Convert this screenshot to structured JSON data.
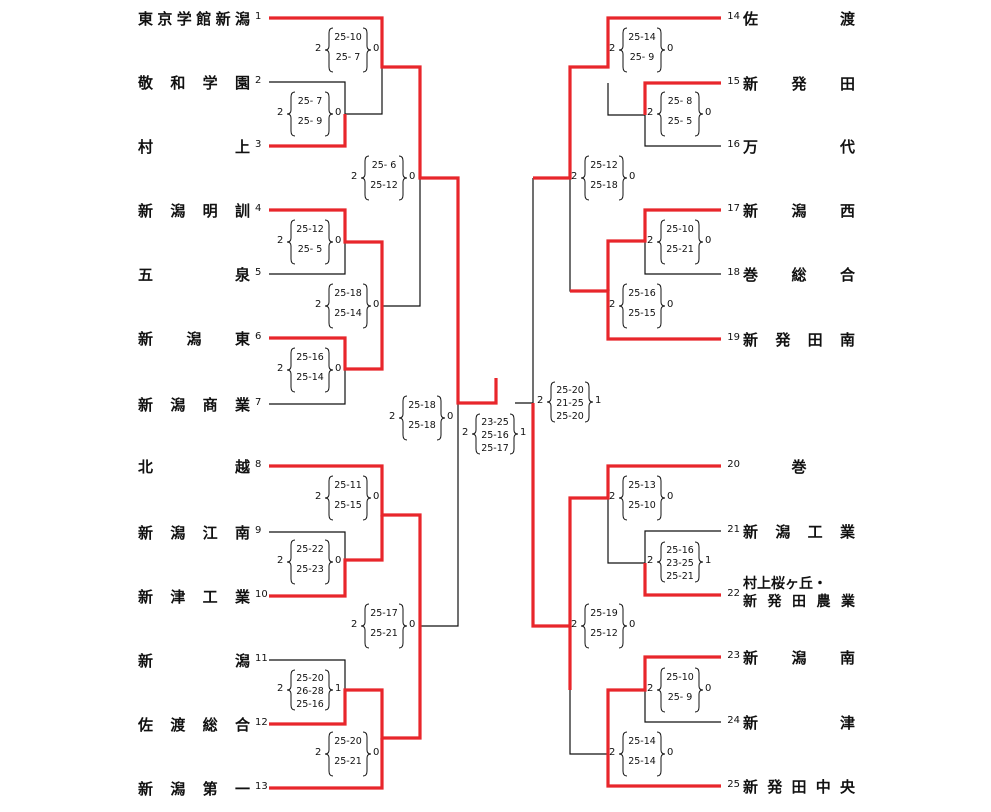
{
  "left_teams": [
    {
      "seed": "1",
      "name": "東京学館新潟"
    },
    {
      "seed": "2",
      "name": "敬和学園"
    },
    {
      "seed": "3",
      "name": "村上"
    },
    {
      "seed": "4",
      "name": "新潟明訓"
    },
    {
      "seed": "5",
      "name": "五泉"
    },
    {
      "seed": "6",
      "name": "新潟東"
    },
    {
      "seed": "7",
      "name": "新潟商業"
    },
    {
      "seed": "8",
      "name": "北越"
    },
    {
      "seed": "9",
      "name": "新潟江南"
    },
    {
      "seed": "10",
      "name": "新津工業"
    },
    {
      "seed": "11",
      "name": "新潟"
    },
    {
      "seed": "12",
      "name": "佐渡総合"
    },
    {
      "seed": "13",
      "name": "新潟第一"
    }
  ],
  "right_teams": [
    {
      "seed": "14",
      "name": "佐渡"
    },
    {
      "seed": "15",
      "name": "新発田"
    },
    {
      "seed": "16",
      "name": "万代"
    },
    {
      "seed": "17",
      "name": "新潟西"
    },
    {
      "seed": "18",
      "name": "巻総合"
    },
    {
      "seed": "19",
      "name": "新発田南"
    },
    {
      "seed": "20",
      "name": "巻"
    },
    {
      "seed": "21",
      "name": "新潟工業"
    },
    {
      "seed": "22",
      "name_line1": "村上桜ヶ丘・",
      "name_line2": "新発田農業"
    },
    {
      "seed": "23",
      "name": "新潟南"
    },
    {
      "seed": "24",
      "name": "新津"
    },
    {
      "seed": "25",
      "name": "新発田中央"
    }
  ],
  "matches": [
    {
      "id": "m2v3",
      "winner_sets": "2",
      "loser_sets": "0",
      "sets": [
        "25- 7",
        "25- 9"
      ]
    },
    {
      "id": "m1vs23",
      "winner_sets": "2",
      "loser_sets": "0",
      "sets": [
        "25-10",
        "25- 7"
      ]
    },
    {
      "id": "m4v5",
      "winner_sets": "2",
      "loser_sets": "0",
      "sets": [
        "25-12",
        "25- 5"
      ]
    },
    {
      "id": "m6v7",
      "winner_sets": "2",
      "loser_sets": "0",
      "sets": [
        "25-16",
        "25-14"
      ]
    },
    {
      "id": "m45vs67",
      "winner_sets": "2",
      "loser_sets": "0",
      "sets": [
        "25-18",
        "25-14"
      ]
    },
    {
      "id": "mL_top_semi",
      "winner_sets": "2",
      "loser_sets": "0",
      "sets": [
        "25- 6",
        "25-12"
      ]
    },
    {
      "id": "m9v10",
      "winner_sets": "2",
      "loser_sets": "0",
      "sets": [
        "25-22",
        "25-23"
      ]
    },
    {
      "id": "m8vs910",
      "winner_sets": "2",
      "loser_sets": "0",
      "sets": [
        "25-11",
        "25-15"
      ]
    },
    {
      "id": "m11v12",
      "winner_sets": "2",
      "loser_sets": "1",
      "sets": [
        "25-20",
        "26-28",
        "25-16"
      ]
    },
    {
      "id": "m1112vs13",
      "winner_sets": "2",
      "loser_sets": "0",
      "sets": [
        "25-20",
        "25-21"
      ]
    },
    {
      "id": "mL_bot_semi",
      "winner_sets": "2",
      "loser_sets": "0",
      "sets": [
        "25-17",
        "25-21"
      ]
    },
    {
      "id": "mL_final",
      "winner_sets": "2",
      "loser_sets": "0",
      "sets": [
        "25-18",
        "25-18"
      ]
    },
    {
      "id": "m15v16",
      "winner_sets": "2",
      "loser_sets": "0",
      "sets": [
        "25- 8",
        "25- 5"
      ]
    },
    {
      "id": "m14vs1516",
      "winner_sets": "2",
      "loser_sets": "0",
      "sets": [
        "25-14",
        "25- 9"
      ]
    },
    {
      "id": "m17v18",
      "winner_sets": "2",
      "loser_sets": "0",
      "sets": [
        "25-10",
        "25-21"
      ]
    },
    {
      "id": "m1718vs19",
      "winner_sets": "2",
      "loser_sets": "0",
      "sets": [
        "25-16",
        "25-15"
      ]
    },
    {
      "id": "mR_top_semi",
      "winner_sets": "2",
      "loser_sets": "0",
      "sets": [
        "25-12",
        "25-18"
      ]
    },
    {
      "id": "m21v22",
      "winner_sets": "2",
      "loser_sets": "1",
      "sets": [
        "25-16",
        "23-25",
        "25-21"
      ]
    },
    {
      "id": "m20vs2122",
      "winner_sets": "2",
      "loser_sets": "0",
      "sets": [
        "25-13",
        "25-10"
      ]
    },
    {
      "id": "m23v24",
      "winner_sets": "2",
      "loser_sets": "0",
      "sets": [
        "25-10",
        "25- 9"
      ]
    },
    {
      "id": "m2324vs25",
      "winner_sets": "2",
      "loser_sets": "0",
      "sets": [
        "25-14",
        "25-14"
      ]
    },
    {
      "id": "mR_bot_semi",
      "winner_sets": "2",
      "loser_sets": "0",
      "sets": [
        "25-19",
        "25-12"
      ]
    },
    {
      "id": "mR_final",
      "winner_sets": "2",
      "loser_sets": "1",
      "sets": [
        "25-20",
        "21-25",
        "25-20"
      ]
    },
    {
      "id": "m_grand_final",
      "winner_sets": "2",
      "loser_sets": "1",
      "sets": [
        "23-25",
        "25-16",
        "25-17"
      ]
    }
  ],
  "colors": {
    "winner_line": "#e8262b",
    "loser_line": "#000000"
  }
}
